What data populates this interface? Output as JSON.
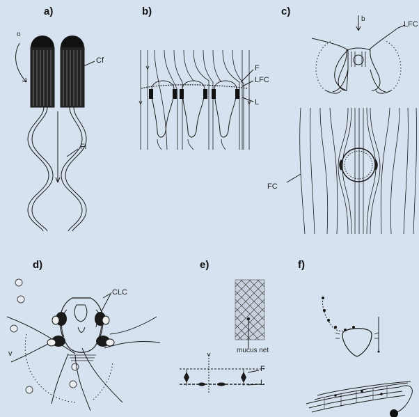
{
  "figure": {
    "background_color": "#d6e2ef",
    "line_color": "#1a1a1a",
    "panels": {
      "a": {
        "label": "a)",
        "annotations": {
          "cf": "Cf",
          "fl": "Fl",
          "o": "o"
        }
      },
      "b": {
        "label": "b)",
        "annotations": {
          "f": "F",
          "lfc": "LFC",
          "l": "L"
        }
      },
      "c": {
        "label": "c)",
        "annotations": {
          "lfc": "LFC",
          "fc": "FC",
          "b": "b"
        }
      },
      "d": {
        "label": "d)",
        "annotations": {
          "clc": "CLC",
          "v": "v"
        }
      },
      "e": {
        "label": "e)",
        "annotations": {
          "mucus_net": "mucus net",
          "f": "F",
          "l": "L"
        }
      },
      "f": {
        "label": "f)"
      }
    }
  }
}
